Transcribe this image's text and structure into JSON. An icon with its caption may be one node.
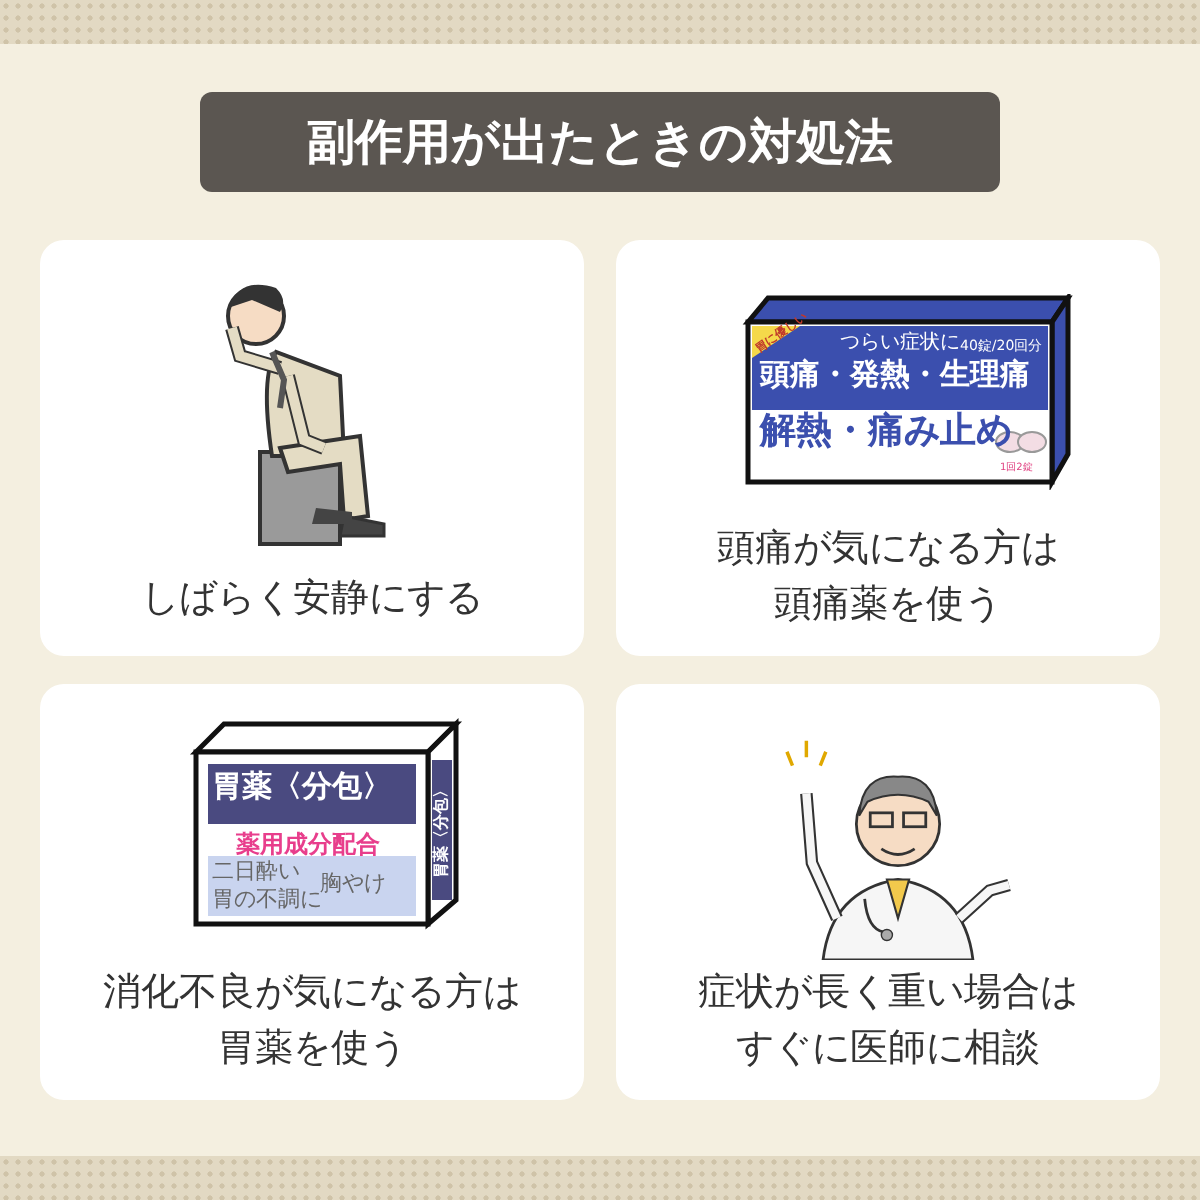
{
  "diagram": {
    "title": "副作用が出たときの対処法",
    "nodes": [
      {
        "text": [
          "しばらく安静にする"
        ]
      },
      {
        "text": [
          "頭痛が気になる方は頭痛薬を使う"
        ]
      },
      {
        "text": [
          "消化不良が気になる方は胃薬を使う"
        ]
      },
      {
        "text": [
          "症状が長く重い場合はすぐに医師に相談"
        ]
      }
    ],
    "labels": [
      "胃に優しい",
      "つらい症状に",
      "40錠/20回分",
      "頭痛・発熱・生理痛",
      "解熱・痛み止め",
      "1回2錠",
      "胃薬〈分包〉",
      "薬用成分配合",
      "二日酔い",
      "胸やけ",
      "胃の不調に",
      "胃薬〈分包〉"
    ]
  }
}
